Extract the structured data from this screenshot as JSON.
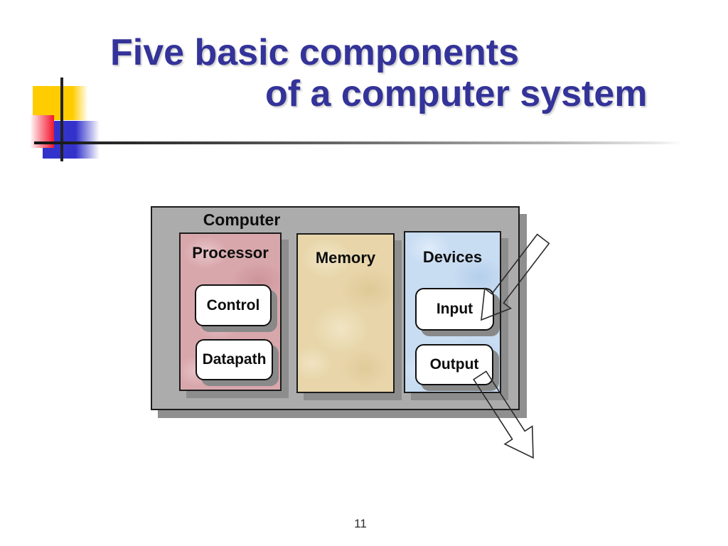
{
  "slide": {
    "title_line1": "Five basic components",
    "title_line2": "of a computer system",
    "page_number": "11"
  },
  "diagram": {
    "computer_label": "Computer",
    "panels": [
      {
        "label": "Processor",
        "boxes": [
          "Control",
          "Datapath"
        ]
      },
      {
        "label": "Memory",
        "boxes": []
      },
      {
        "label": "Devices",
        "boxes": [
          "Input",
          "Output"
        ]
      }
    ]
  },
  "icons": {
    "input_arrow": "outlined-block-arrow-pointing-down-left-into-input",
    "output_arrow": "outlined-block-arrow-pointing-down-right-out-of-output"
  },
  "colors": {
    "title_text": "#333399",
    "outer_box_fill": "#acacac",
    "outer_box_shadow": "#8f8f8f",
    "processor_panel": "#d8a7ac",
    "memory_panel": "#e8d6aa",
    "devices_panel": "#c8dcf2",
    "decor_yellow": "#ffcc00",
    "decor_red": "#f2152e",
    "decor_blue": "#3333cc",
    "diagram_text": "#0d0d0d"
  }
}
